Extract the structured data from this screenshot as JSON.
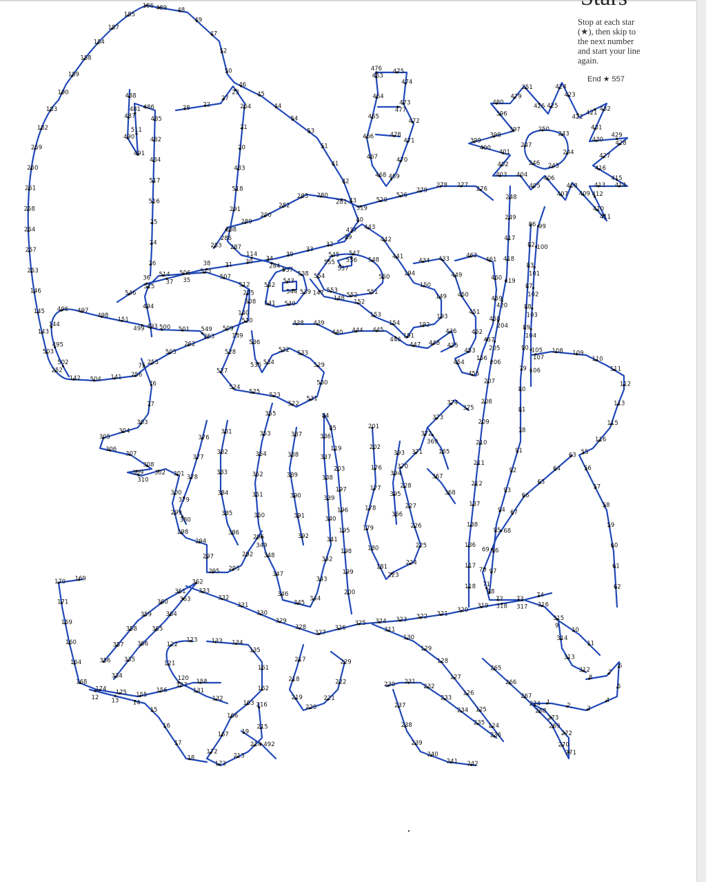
{
  "page": {
    "title": "Stars",
    "instructions": "Stop at each star (★), then skip to the next number and start your line again.",
    "end_label": "End ★ 557",
    "line_color": "#1f47b8"
  },
  "dot_labels": [
    "186",
    "185",
    "187",
    "184",
    "188",
    "189",
    "190",
    "183",
    "182",
    "259",
    "260",
    "261",
    "258",
    "254",
    "257",
    "253",
    "146",
    "145",
    "143",
    "503",
    "252",
    "142",
    "504",
    "141",
    "256",
    "255",
    "505",
    "262",
    "263",
    "509",
    "510",
    "508",
    "512",
    "507",
    "513",
    "506",
    "514",
    "515",
    "494",
    "493",
    "502",
    "495",
    "144",
    "496",
    "497",
    "498",
    "151",
    "499",
    "500",
    "501",
    "549",
    "546",
    "36",
    "37",
    "35",
    "38",
    "31",
    "30",
    "34",
    "39",
    "33",
    "32",
    "29",
    "40",
    "43",
    "42",
    "41",
    "51",
    "53",
    "54",
    "44",
    "45",
    "46",
    "50",
    "52",
    "47",
    "49",
    "48",
    "489",
    "488",
    "487",
    "490",
    "491",
    "511",
    "481",
    "486",
    "485",
    "482",
    "484",
    "517",
    "516",
    "25",
    "24",
    "26",
    "28",
    "22",
    "27",
    "23",
    "264",
    "21",
    "20",
    "483",
    "518",
    "291",
    "288",
    "287",
    "114",
    "284",
    "283",
    "286",
    "289",
    "290",
    "282",
    "285",
    "280",
    "281",
    "519",
    "520",
    "526",
    "279",
    "278",
    "277",
    "276",
    "275",
    "140",
    "139",
    "528",
    "527",
    "524",
    "525",
    "523",
    "522",
    "531",
    "530",
    "529",
    "533",
    "532",
    "534",
    "535",
    "536",
    "537",
    "538",
    "539",
    "540",
    "541",
    "542",
    "543",
    "544",
    "545",
    "547",
    "548",
    "550",
    "551",
    "552",
    "553",
    "554",
    "555",
    "556",
    "557",
    "147",
    "148",
    "152",
    "153",
    "154",
    "191",
    "192",
    "193",
    "149",
    "150",
    "194",
    "441",
    "442",
    "443",
    "437",
    "438",
    "439",
    "440",
    "444",
    "445",
    "446",
    "447",
    "448",
    "436",
    "435",
    "434",
    "433",
    "449",
    "450",
    "451",
    "452",
    "453",
    "454",
    "455",
    "156",
    "457",
    "458",
    "459",
    "460",
    "461",
    "462",
    "463",
    "464",
    "465",
    "466",
    "467",
    "468",
    "469",
    "470",
    "471",
    "472",
    "473",
    "474",
    "475",
    "476",
    "477",
    "478",
    "479",
    "480",
    "396",
    "397",
    "398",
    "399",
    "400",
    "401",
    "402",
    "403",
    "404",
    "405",
    "406",
    "407",
    "408",
    "409",
    "410",
    "411",
    "412",
    "413",
    "414",
    "415",
    "416",
    "427",
    "428",
    "429",
    "430",
    "431",
    "432",
    "421",
    "422",
    "423",
    "424",
    "425",
    "426",
    "251",
    "250",
    "243",
    "244",
    "245",
    "246",
    "247",
    "248",
    "249",
    "417",
    "418",
    "419",
    "420",
    "204",
    "205",
    "206",
    "207",
    "208",
    "209",
    "210",
    "211",
    "212",
    "137",
    "138",
    "136",
    "117",
    "118",
    "86",
    "82",
    "83",
    "87",
    "88",
    "89",
    "90",
    "79",
    "80",
    "81",
    "78",
    "91",
    "92",
    "93",
    "94",
    "95",
    "96",
    "97",
    "98",
    "99",
    "100",
    "101",
    "102",
    "103",
    "104",
    "105",
    "106",
    "107",
    "108",
    "109",
    "110",
    "111",
    "112",
    "113",
    "115",
    "116",
    "55",
    "56",
    "57",
    "58",
    "59",
    "60",
    "61",
    "62",
    "63",
    "64",
    "65",
    "66",
    "67",
    "68",
    "69",
    "70",
    "71",
    "72",
    "73",
    "74",
    "75",
    "76",
    "77",
    "303",
    "304",
    "305",
    "306",
    "307",
    "308",
    "309",
    "310",
    "302",
    "301",
    "300",
    "299",
    "298",
    "294",
    "297",
    "295",
    "293",
    "292",
    "296",
    "355",
    "353",
    "354",
    "352",
    "351",
    "350",
    "349",
    "348",
    "347",
    "346",
    "345",
    "344",
    "343",
    "342",
    "341",
    "340",
    "339",
    "338",
    "337",
    "336",
    "84",
    "85",
    "119",
    "203",
    "197",
    "196",
    "195",
    "198",
    "199",
    "200",
    "201",
    "202",
    "176",
    "177",
    "178",
    "179",
    "180",
    "181",
    "223",
    "224",
    "225",
    "226",
    "227",
    "228",
    "370",
    "371",
    "372",
    "373",
    "374",
    "375",
    "376",
    "377",
    "378",
    "379",
    "380",
    "381",
    "382",
    "383",
    "384",
    "385",
    "386",
    "387",
    "388",
    "389",
    "390",
    "391",
    "392",
    "393",
    "394",
    "395",
    "366",
    "367",
    "368",
    "369",
    "165",
    "169",
    "170",
    "171",
    "159",
    "160",
    "164",
    "168",
    "174",
    "175",
    "155",
    "156",
    "157",
    "158",
    "356",
    "357",
    "358",
    "359",
    "360",
    "361",
    "362",
    "363",
    "364",
    "365",
    "366",
    "335",
    "334",
    "333",
    "332",
    "331",
    "330",
    "329",
    "328",
    "327",
    "326",
    "325",
    "324",
    "323",
    "322",
    "321",
    "320",
    "319",
    "318",
    "317",
    "316",
    "315",
    "314",
    "313",
    "312",
    "311",
    "130",
    "129",
    "128",
    "127",
    "126",
    "125",
    "124",
    "123",
    "122",
    "121",
    "120",
    "131",
    "132",
    "133",
    "134",
    "135",
    "161",
    "162",
    "163",
    "166",
    "167",
    "172",
    "173",
    "213",
    "214",
    "215",
    "216",
    "217",
    "218",
    "219",
    "220",
    "221",
    "222",
    "229",
    "230",
    "231",
    "232",
    "233",
    "234",
    "235",
    "236",
    "237",
    "238",
    "239",
    "240",
    "241",
    "242",
    "265",
    "266",
    "267",
    "268",
    "269",
    "270",
    "271",
    "272",
    "273",
    "274",
    "1",
    "2",
    "3",
    "4",
    "5",
    "6",
    "7",
    "8",
    "9",
    "10",
    "11",
    "12",
    "13",
    "14",
    "15",
    "16",
    "17",
    "18",
    "19",
    "492"
  ]
}
